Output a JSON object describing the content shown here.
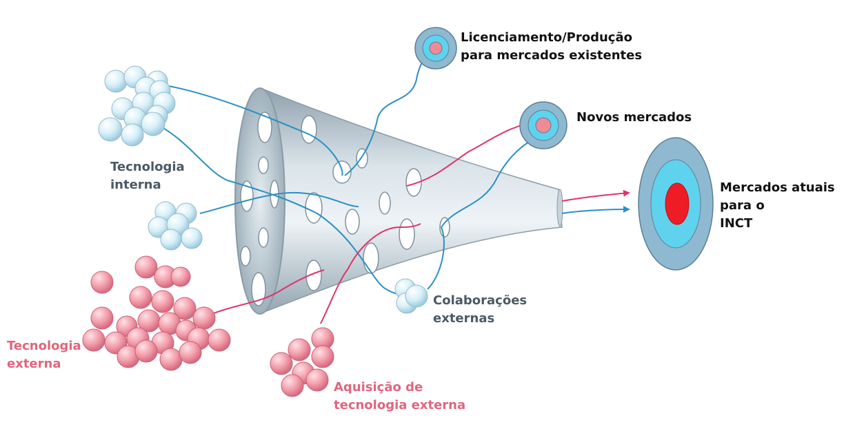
{
  "labels": {
    "internal": [
      "Tecnologia",
      "interna"
    ],
    "external": [
      "Tecnologia",
      "externa"
    ],
    "acquisition": [
      "Aquisição de",
      "tecnologia externa"
    ],
    "collaborations": [
      "Colaborações",
      "externas"
    ],
    "licensing": [
      "Licenciamento/Produção",
      "para mercados existentes"
    ],
    "new_markets": [
      "Novos mercados"
    ],
    "current_markets": [
      "Mercados atuais",
      "para o",
      "INCT"
    ]
  },
  "colors": {
    "blue_sphere": "#d6eef7",
    "pink_sphere": "#f19aa8",
    "funnel": "#b9c7d0",
    "blue_line": "#2a8fc4",
    "red_line": "#e0336b",
    "target_outer": "#8fb9d0",
    "target_mid": "#5fd3ee",
    "target_center_red": "#ee1c24",
    "target_center_pink": "#f08a96"
  }
}
